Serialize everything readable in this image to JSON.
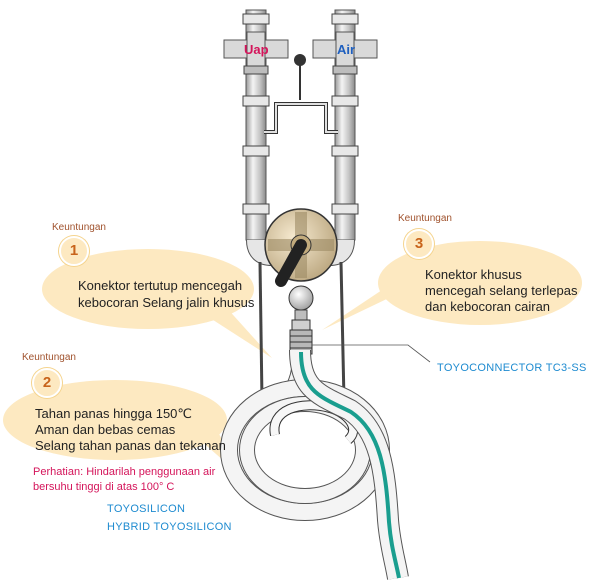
{
  "valves": {
    "steam": {
      "label": "Uap",
      "color": "#d4145a"
    },
    "water": {
      "label": "Air",
      "color": "#1e5fbf"
    }
  },
  "advantages": [
    {
      "tag": "Keuntungan",
      "number": "1",
      "lines": [
        "Konektor tertutup mencegah",
        "kebocoran Selang jalin khusus"
      ]
    },
    {
      "tag": "Keuntungan",
      "number": "2",
      "lines": [
        "Tahan panas hingga 150℃",
        "Aman dan bebas cemas",
        "Selang tahan panas dan tekanan"
      ]
    },
    {
      "tag": "Keuntungan",
      "number": "3",
      "lines": [
        "Konektor khusus",
        "mencegah selang terlepas",
        "dan kebocoran cairan"
      ]
    }
  ],
  "caution": [
    "Perhatian: Hindarilah penggunaan air",
    "bersuhu tinggi di atas 100° C"
  ],
  "products": {
    "connector": "TOYOCONNECTOR TC3-SS",
    "hose1": "TOYOSILICON",
    "hose2": "HYBRID TOYOSILICON"
  },
  "colors": {
    "bubble": "#fde9c1",
    "pipe": "#cfcfcf",
    "hose_stripe": "#1a9e8f",
    "label_blue": "#1e8bd0",
    "caution_red": "#d4145a"
  }
}
